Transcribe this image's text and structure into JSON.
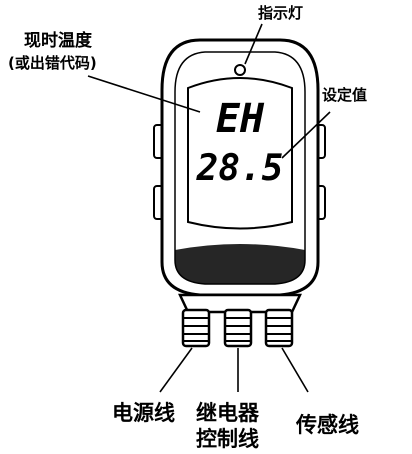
{
  "labels": {
    "indicator": "指示灯",
    "current_temp_line1": "现时温度",
    "current_temp_line2": "(或出错代码)",
    "set_value": "设定值",
    "power_line": "电源线",
    "relay_control_line1": "继电器",
    "relay_control_line2": "控制线",
    "sensor_line": "传感线"
  },
  "display": {
    "top_readout": "EH",
    "bottom_readout": "28.5"
  }
}
